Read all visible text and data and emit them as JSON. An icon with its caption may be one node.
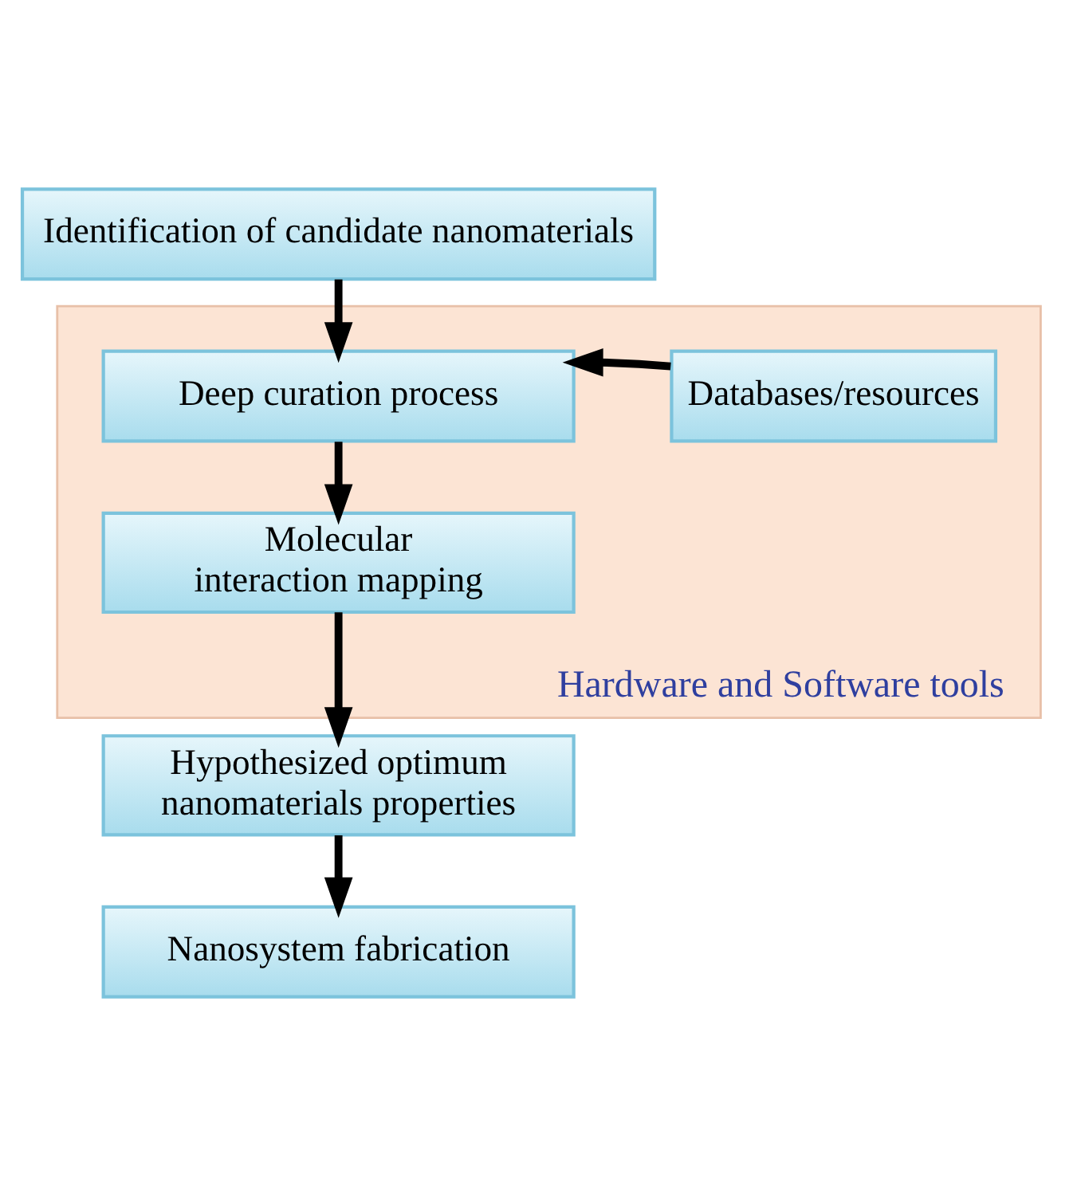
{
  "diagram": {
    "nodes": [
      {
        "text": [
          "Identification of candidate nanomaterials"
        ]
      },
      {
        "text": [
          "Hardware and Software tools"
        ]
      },
      {
        "text": [
          "Deep curation process"
        ],
        "in": 1
      },
      {
        "text": [
          "Databases/resources"
        ],
        "in": 1
      },
      {
        "text": [
          "Molecular interaction mapping"
        ],
        "in": 1
      },
      {
        "text": [
          "Hypothesized optimum nanomaterials properties"
        ]
      },
      {
        "text": [
          "Nanosystem fabrication"
        ]
      }
    ],
    "edges": [
      {
        "from": 0,
        "to": 2,
        "arrow": "to"
      },
      {
        "from": 3,
        "to": 2,
        "arrow": "to"
      },
      {
        "from": 2,
        "to": 4,
        "arrow": "to"
      },
      {
        "from": 4,
        "to": 5,
        "arrow": "to"
      },
      {
        "from": 5,
        "to": 6,
        "arrow": "to"
      }
    ]
  }
}
